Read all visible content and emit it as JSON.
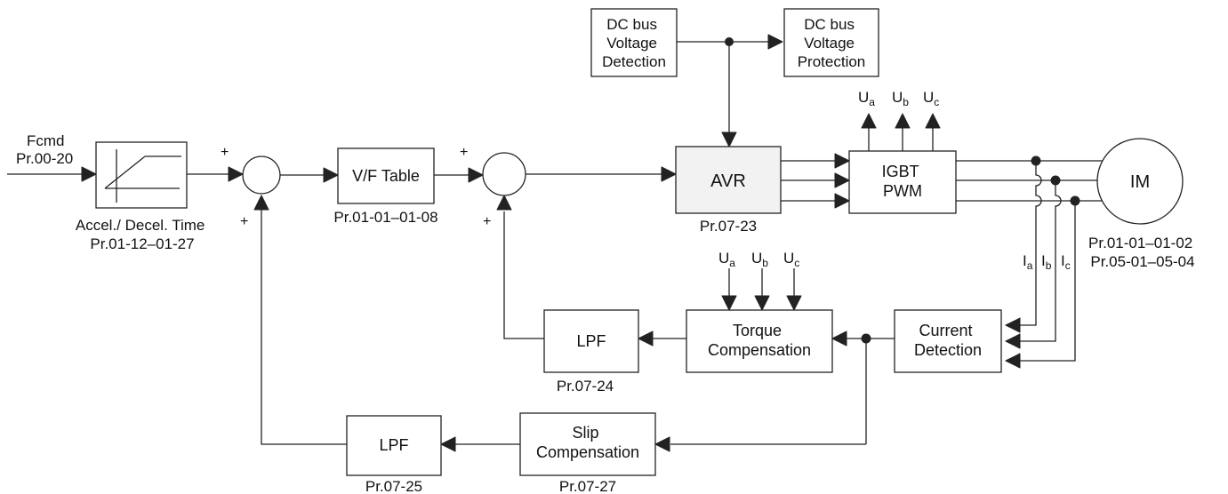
{
  "blocks": {
    "dc_detection": [
      "DC bus",
      "Voltage",
      "Detection"
    ],
    "dc_protection": [
      "DC bus",
      "Voltage",
      "Protection"
    ],
    "vf_table": "V/F Table",
    "avr": "AVR",
    "igbt": [
      "IGBT",
      "PWM"
    ],
    "motor": "IM",
    "torque_comp": [
      "Torque",
      "Compensation"
    ],
    "current_det": [
      "Current",
      "Detection"
    ],
    "lpf_upper": "LPF",
    "lpf_lower": "LPF",
    "slip_comp": [
      "Slip",
      "Compensation"
    ]
  },
  "labels": {
    "fcmd": [
      "Fcmd",
      "Pr.00-20"
    ],
    "accel": [
      "Accel./ Decel. Time",
      "Pr.01-12–01-27"
    ],
    "vf_param": "Pr.01-01–01-08",
    "avr_param": "Pr.07-23",
    "motor_params": [
      "Pr.01-01–01-02",
      "Pr.05-01–05-04"
    ],
    "lpf_upper_param": "Pr.07-24",
    "lpf_lower_param": "Pr.07-25",
    "slip_param": "Pr.07-27"
  },
  "signs": {
    "plus": "+"
  },
  "voltage_signals": [
    {
      "base": "U",
      "sub": "a"
    },
    {
      "base": "U",
      "sub": "b"
    },
    {
      "base": "U",
      "sub": "c"
    }
  ],
  "current_signals": [
    {
      "base": "I",
      "sub": "a"
    },
    {
      "base": "I",
      "sub": "b"
    },
    {
      "base": "I",
      "sub": "c"
    }
  ]
}
